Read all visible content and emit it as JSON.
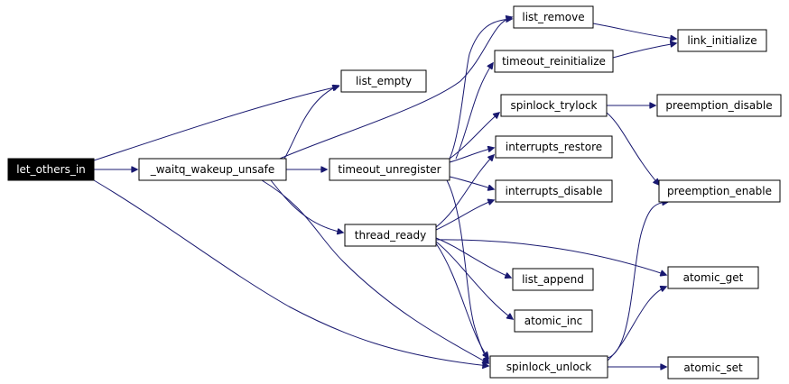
{
  "diagram": {
    "type": "call-graph",
    "colors": {
      "edge": "#191970",
      "node_border": "#000000",
      "node_fill": "#ffffff",
      "root_fill": "#000000",
      "root_text": "#ffffff"
    },
    "nodes": [
      {
        "id": "let_others_in",
        "label": "let_others_in",
        "root": true
      },
      {
        "id": "waitq",
        "label": "_waitq_wakeup_unsafe"
      },
      {
        "id": "list_empty",
        "label": "list_empty"
      },
      {
        "id": "timeout_unregister",
        "label": "timeout_unregister"
      },
      {
        "id": "thread_ready",
        "label": "thread_ready"
      },
      {
        "id": "list_remove",
        "label": "list_remove"
      },
      {
        "id": "timeout_reinitialize",
        "label": "timeout_reinitialize"
      },
      {
        "id": "spinlock_trylock",
        "label": "spinlock_trylock"
      },
      {
        "id": "interrupts_restore",
        "label": "interrupts_restore"
      },
      {
        "id": "interrupts_disable",
        "label": "interrupts_disable"
      },
      {
        "id": "list_append",
        "label": "list_append"
      },
      {
        "id": "atomic_inc",
        "label": "atomic_inc"
      },
      {
        "id": "spinlock_unlock",
        "label": "spinlock_unlock"
      },
      {
        "id": "link_initialize",
        "label": "link_initialize"
      },
      {
        "id": "preemption_disable",
        "label": "preemption_disable"
      },
      {
        "id": "preemption_enable",
        "label": "preemption_enable"
      },
      {
        "id": "atomic_get",
        "label": "atomic_get"
      },
      {
        "id": "atomic_set",
        "label": "atomic_set"
      }
    ],
    "edges": [
      {
        "from": "let_others_in",
        "to": "waitq"
      },
      {
        "from": "let_others_in",
        "to": "list_empty"
      },
      {
        "from": "let_others_in",
        "to": "spinlock_unlock"
      },
      {
        "from": "waitq",
        "to": "list_empty"
      },
      {
        "from": "waitq",
        "to": "timeout_unregister"
      },
      {
        "from": "waitq",
        "to": "thread_ready"
      },
      {
        "from": "waitq",
        "to": "list_remove"
      },
      {
        "from": "waitq",
        "to": "spinlock_unlock"
      },
      {
        "from": "timeout_unregister",
        "to": "list_remove"
      },
      {
        "from": "timeout_unregister",
        "to": "timeout_reinitialize"
      },
      {
        "from": "timeout_unregister",
        "to": "spinlock_trylock"
      },
      {
        "from": "timeout_unregister",
        "to": "interrupts_restore"
      },
      {
        "from": "timeout_unregister",
        "to": "interrupts_disable"
      },
      {
        "from": "timeout_unregister",
        "to": "spinlock_unlock"
      },
      {
        "from": "thread_ready",
        "to": "interrupts_restore"
      },
      {
        "from": "thread_ready",
        "to": "interrupts_disable"
      },
      {
        "from": "thread_ready",
        "to": "list_append"
      },
      {
        "from": "thread_ready",
        "to": "atomic_inc"
      },
      {
        "from": "thread_ready",
        "to": "spinlock_unlock"
      },
      {
        "from": "thread_ready",
        "to": "atomic_get"
      },
      {
        "from": "list_remove",
        "to": "link_initialize"
      },
      {
        "from": "timeout_reinitialize",
        "to": "link_initialize"
      },
      {
        "from": "spinlock_trylock",
        "to": "preemption_disable"
      },
      {
        "from": "spinlock_trylock",
        "to": "preemption_enable"
      },
      {
        "from": "spinlock_unlock",
        "to": "preemption_enable"
      },
      {
        "from": "spinlock_unlock",
        "to": "atomic_get"
      },
      {
        "from": "spinlock_unlock",
        "to": "atomic_set"
      }
    ]
  }
}
